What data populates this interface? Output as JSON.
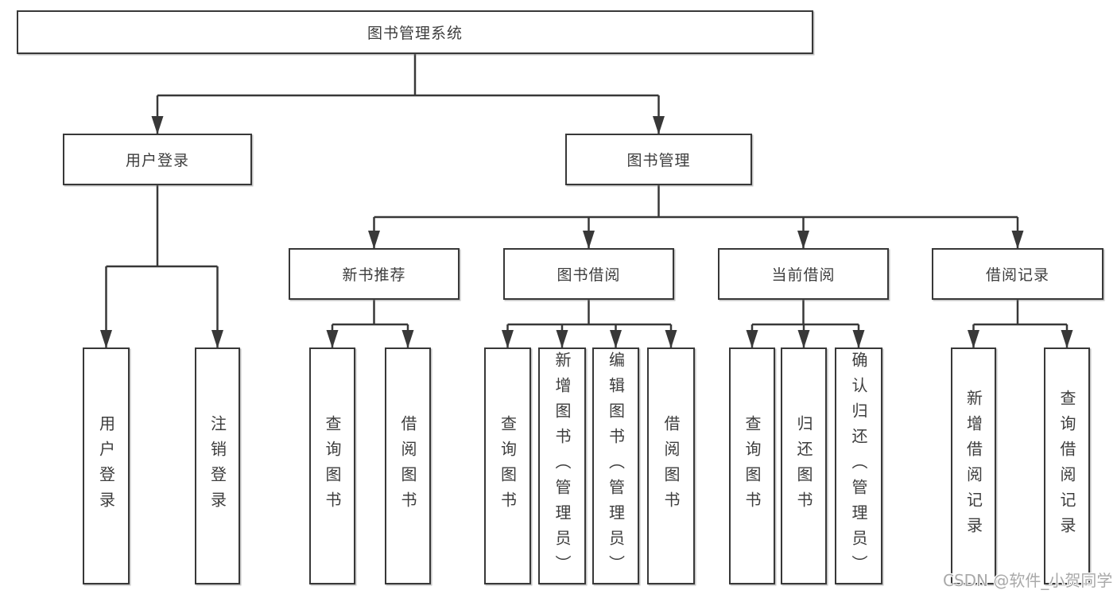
{
  "diagram": {
    "nodes": [
      {
        "id": "root",
        "label": "图书管理系统",
        "parent": null
      },
      {
        "id": "user-login",
        "label": "用户登录",
        "parent": "root"
      },
      {
        "id": "book-mgmt",
        "label": "图书管理",
        "parent": "root"
      },
      {
        "id": "new-book-rec",
        "label": "新书推荐",
        "parent": "book-mgmt"
      },
      {
        "id": "book-borrow",
        "label": "图书借阅",
        "parent": "book-mgmt"
      },
      {
        "id": "current-borrow",
        "label": "当前借阅",
        "parent": "book-mgmt"
      },
      {
        "id": "borrow-record",
        "label": "借阅记录",
        "parent": "book-mgmt"
      },
      {
        "id": "leaf-user-login",
        "label": "用户登录",
        "parent": "user-login"
      },
      {
        "id": "leaf-logout",
        "label": "注销登录",
        "parent": "user-login"
      },
      {
        "id": "leaf-nb-query",
        "label": "查询图书",
        "parent": "new-book-rec"
      },
      {
        "id": "leaf-nb-borrow",
        "label": "借阅图书",
        "parent": "new-book-rec"
      },
      {
        "id": "leaf-bb-query",
        "label": "查询图书",
        "parent": "book-borrow"
      },
      {
        "id": "leaf-bb-add",
        "label": "新增图书（管理员）",
        "parent": "book-borrow"
      },
      {
        "id": "leaf-bb-edit",
        "label": "编辑图书（管理员）",
        "parent": "book-borrow"
      },
      {
        "id": "leaf-bb-borrow",
        "label": "借阅图书",
        "parent": "book-borrow"
      },
      {
        "id": "leaf-cb-query",
        "label": "查询图书",
        "parent": "current-borrow"
      },
      {
        "id": "leaf-cb-return",
        "label": "归还图书",
        "parent": "current-borrow"
      },
      {
        "id": "leaf-cb-confirm",
        "label": "确认归还（管理员）",
        "parent": "current-borrow"
      },
      {
        "id": "leaf-br-add",
        "label": "新增借阅记录",
        "parent": "borrow-record"
      },
      {
        "id": "leaf-br-query",
        "label": "查询借阅记录",
        "parent": "borrow-record"
      }
    ]
  },
  "watermark": {
    "text": "CSDN @软件_小贺同学"
  },
  "colors": {
    "line": "#383838",
    "box_border": "#383838",
    "box_fill": "#ffffff",
    "text": "#3d3d3d",
    "watermark": "#a9a9a9"
  }
}
